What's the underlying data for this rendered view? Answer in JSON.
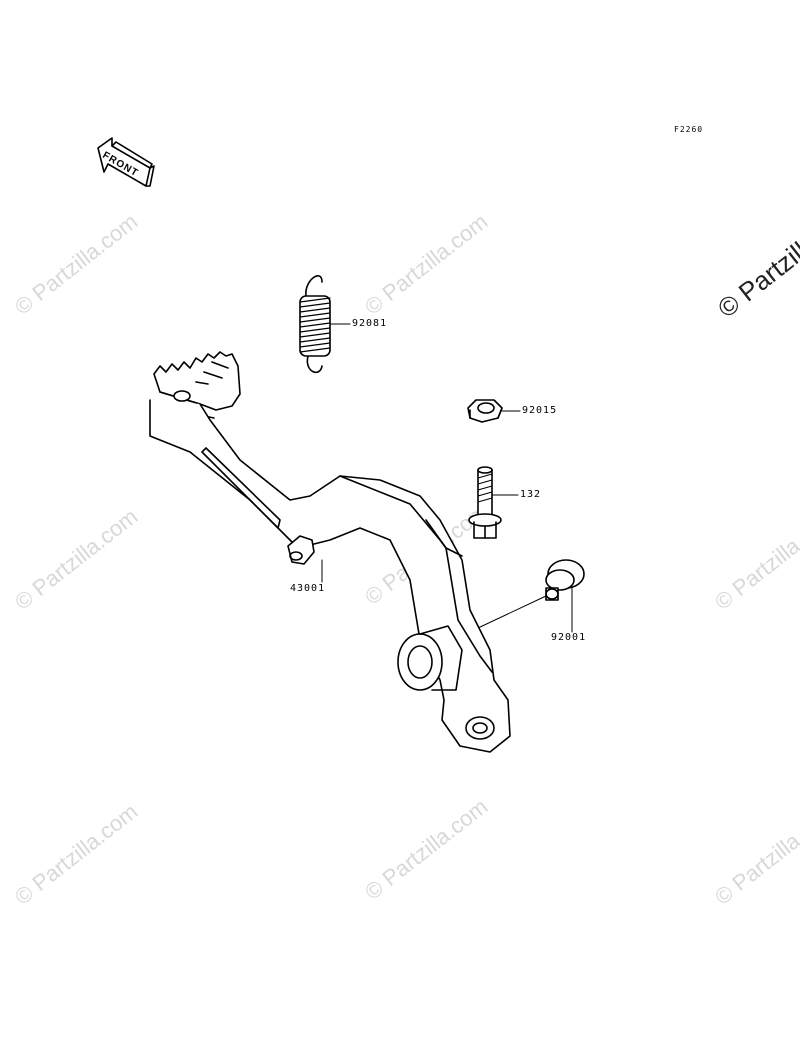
{
  "figure_ref": "F2260",
  "front_arrow_text": "FRONT",
  "watermark_text": "© Partzilla.com",
  "watermark_corner_text": "© Partzilla",
  "parts": [
    {
      "number": "92081",
      "name": "spring"
    },
    {
      "number": "92015",
      "name": "nut"
    },
    {
      "number": "132",
      "name": "bolt"
    },
    {
      "number": "43001",
      "name": "brake-pedal"
    },
    {
      "number": "92001",
      "name": "pivot-bolt"
    }
  ]
}
